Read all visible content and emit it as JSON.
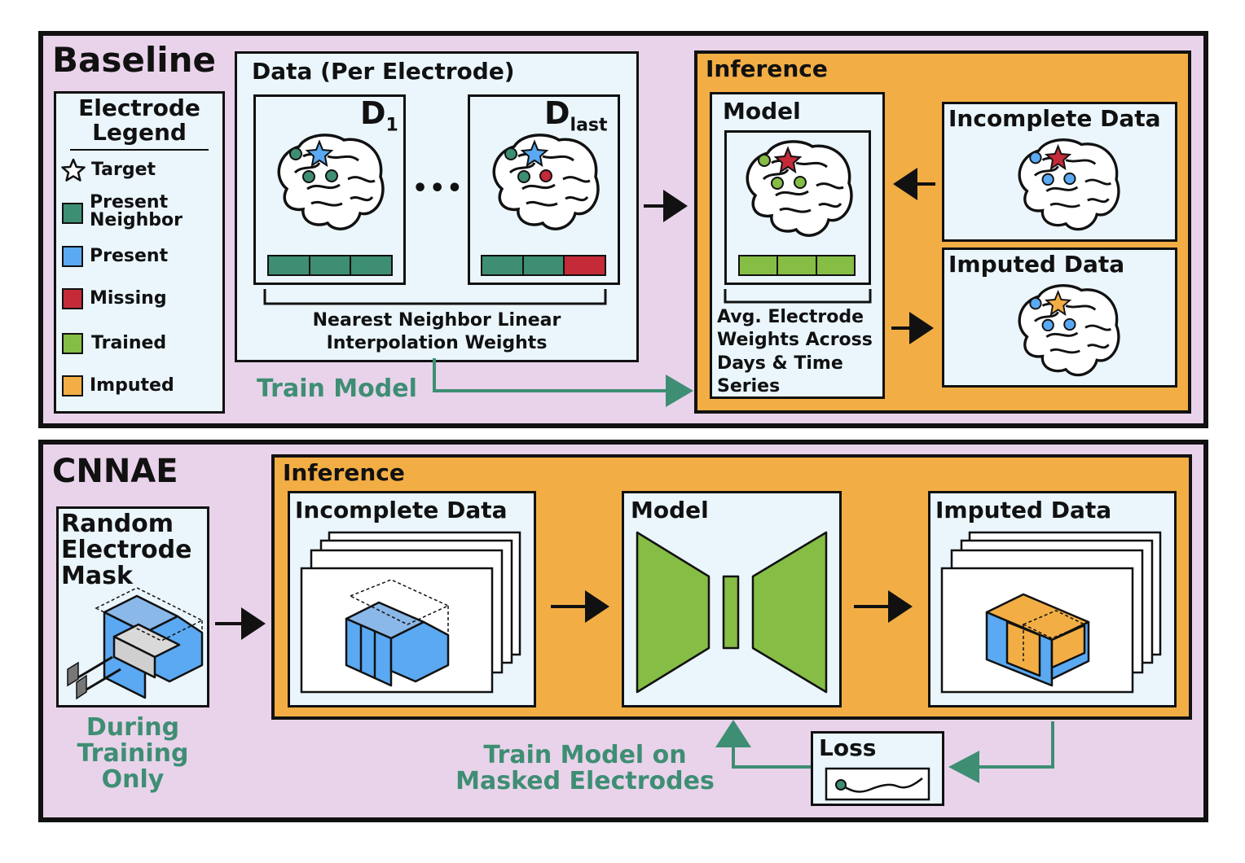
{
  "baseline": {
    "title": "Baseline",
    "legend": {
      "title_line1": "Electrode",
      "title_line2": "Legend",
      "items": [
        {
          "label": "Target",
          "color": "#ffffff"
        },
        {
          "label": "Present",
          "label2": "Neighbor",
          "color": "#3e8e74"
        },
        {
          "label": "Present",
          "color": "#5aa9f2"
        },
        {
          "label": "Missing",
          "color": "#c42a38"
        },
        {
          "label": "Trained",
          "color": "#86bd45"
        },
        {
          "label": "Imputed",
          "color": "#f2ae45"
        }
      ]
    },
    "data_box": {
      "title": "Data (Per Electrode)",
      "d1": "D",
      "d1_sub": "1",
      "dlast": "D",
      "dlast_sub": "last",
      "ellipsis": "•••",
      "caption_line1": "Nearest Neighbor Linear",
      "caption_line2": "Interpolation Weights"
    },
    "train_label": "Train Model",
    "inference": {
      "title": "Inference",
      "model_title": "Model",
      "model_caption": [
        "Avg. Electrode",
        "Weights Across",
        "Days & Time",
        "Series"
      ],
      "incomplete_title": "Incomplete Data",
      "imputed_title": "Imputed Data"
    }
  },
  "cnnae": {
    "title": "CNNAE",
    "mask_title": [
      "Random",
      "Electrode",
      "Mask"
    ],
    "mask_note": [
      "During",
      "Training",
      "Only"
    ],
    "inference": {
      "title": "Inference",
      "incomplete_title": "Incomplete Data",
      "model_title": "Model",
      "imputed_title": "Imputed Data"
    },
    "loss_title": "Loss",
    "train_label_line1": "Train Model on",
    "train_label_line2": "Masked Electrodes"
  },
  "colors": {
    "panel_bg": "#e9d3ea",
    "box_bg": "#eaf6fc",
    "inference_bg": "#f2ae45",
    "neighbor": "#3e8e74",
    "present": "#5aa9f2",
    "missing": "#c42a38",
    "trained": "#86bd45",
    "imputed": "#f2ae45",
    "train_text": "#3e8e74"
  }
}
